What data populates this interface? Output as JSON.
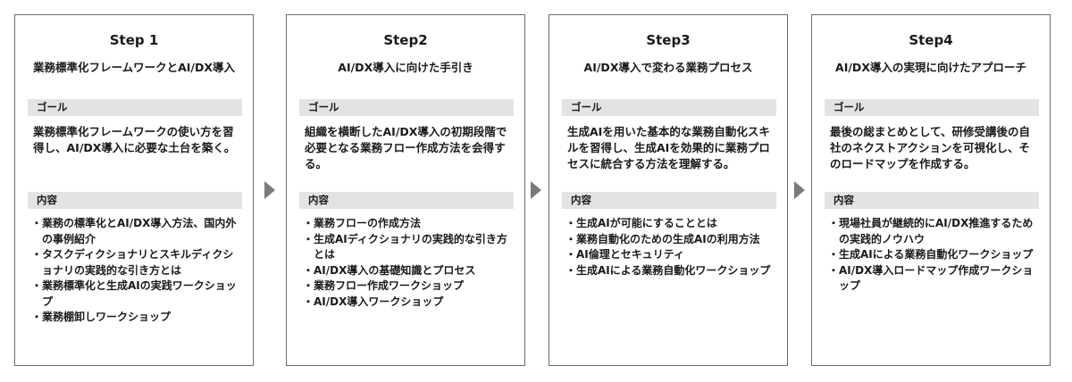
{
  "steps": [
    {
      "step": "Step 1",
      "title": "業務標準化フレームワークとAI/DX導入",
      "goal_label": "ゴール",
      "goal_text": "業務標準化フレームワークの使い方を習得し、AI/DX導入に必要な土台を築く。",
      "content_label": "内容",
      "items": [
        "業務の標準化とAI/DX導入方法、国内外の事例紹介",
        "タスクディクショナリとスキルディクショナリの実践的な引き方とは",
        "業務標準化と生成AIの実践ワークショップ",
        "業務棚卸しワークショップ"
      ]
    },
    {
      "step": "Step2",
      "title": "AI/DX導入に向けた手引き",
      "goal_label": "ゴール",
      "goal_text": "組織を横断したAI/DX導入の初期段階で必要となる業務フロー作成方法を会得する。",
      "content_label": "内容",
      "items": [
        "業務フローの作成方法",
        "生成AIディクショナリの実践的な引き方とは",
        "AI/DX導入の基礎知識とプロセス",
        "業務フロー作成ワークショップ",
        "AI/DX導入ワークショップ"
      ]
    },
    {
      "step": "Step3",
      "title": "AI/DX導入で変わる業務プロセス",
      "goal_label": "ゴール",
      "goal_text": "生成AIを用いた基本的な業務自動化スキルを習得し、生成AIを効果的に業務プロセスに統合する方法を理解する。",
      "content_label": "内容",
      "items": [
        "生成AIが可能にすることとは",
        "業務自動化のための生成AIの利用方法",
        "AI倫理とセキュリティ",
        "生成AIによる業務自動化ワークショップ"
      ]
    },
    {
      "step": "Step4",
      "title": "AI/DX導入の実現に向けたアプローチ",
      "goal_label": "ゴール",
      "goal_text": "最後の総まとめとして、研修受講後の自社のネクストアクションを可視化し、そのロードマップを作成する。",
      "content_label": "内容",
      "items": [
        "現場社員が継続的にAI/DX推進するための実践的ノウハウ",
        "生成AIによる業務自動化ワークショップ",
        "AI/DX導入ロードマップ作成ワークショップ"
      ]
    }
  ],
  "bullet_glyph": "・",
  "colors": {
    "border": "#6b6b6b",
    "section_bar": "#e3e3e3",
    "arrow": "#7a7a7a",
    "text": "#1a1a1a"
  }
}
